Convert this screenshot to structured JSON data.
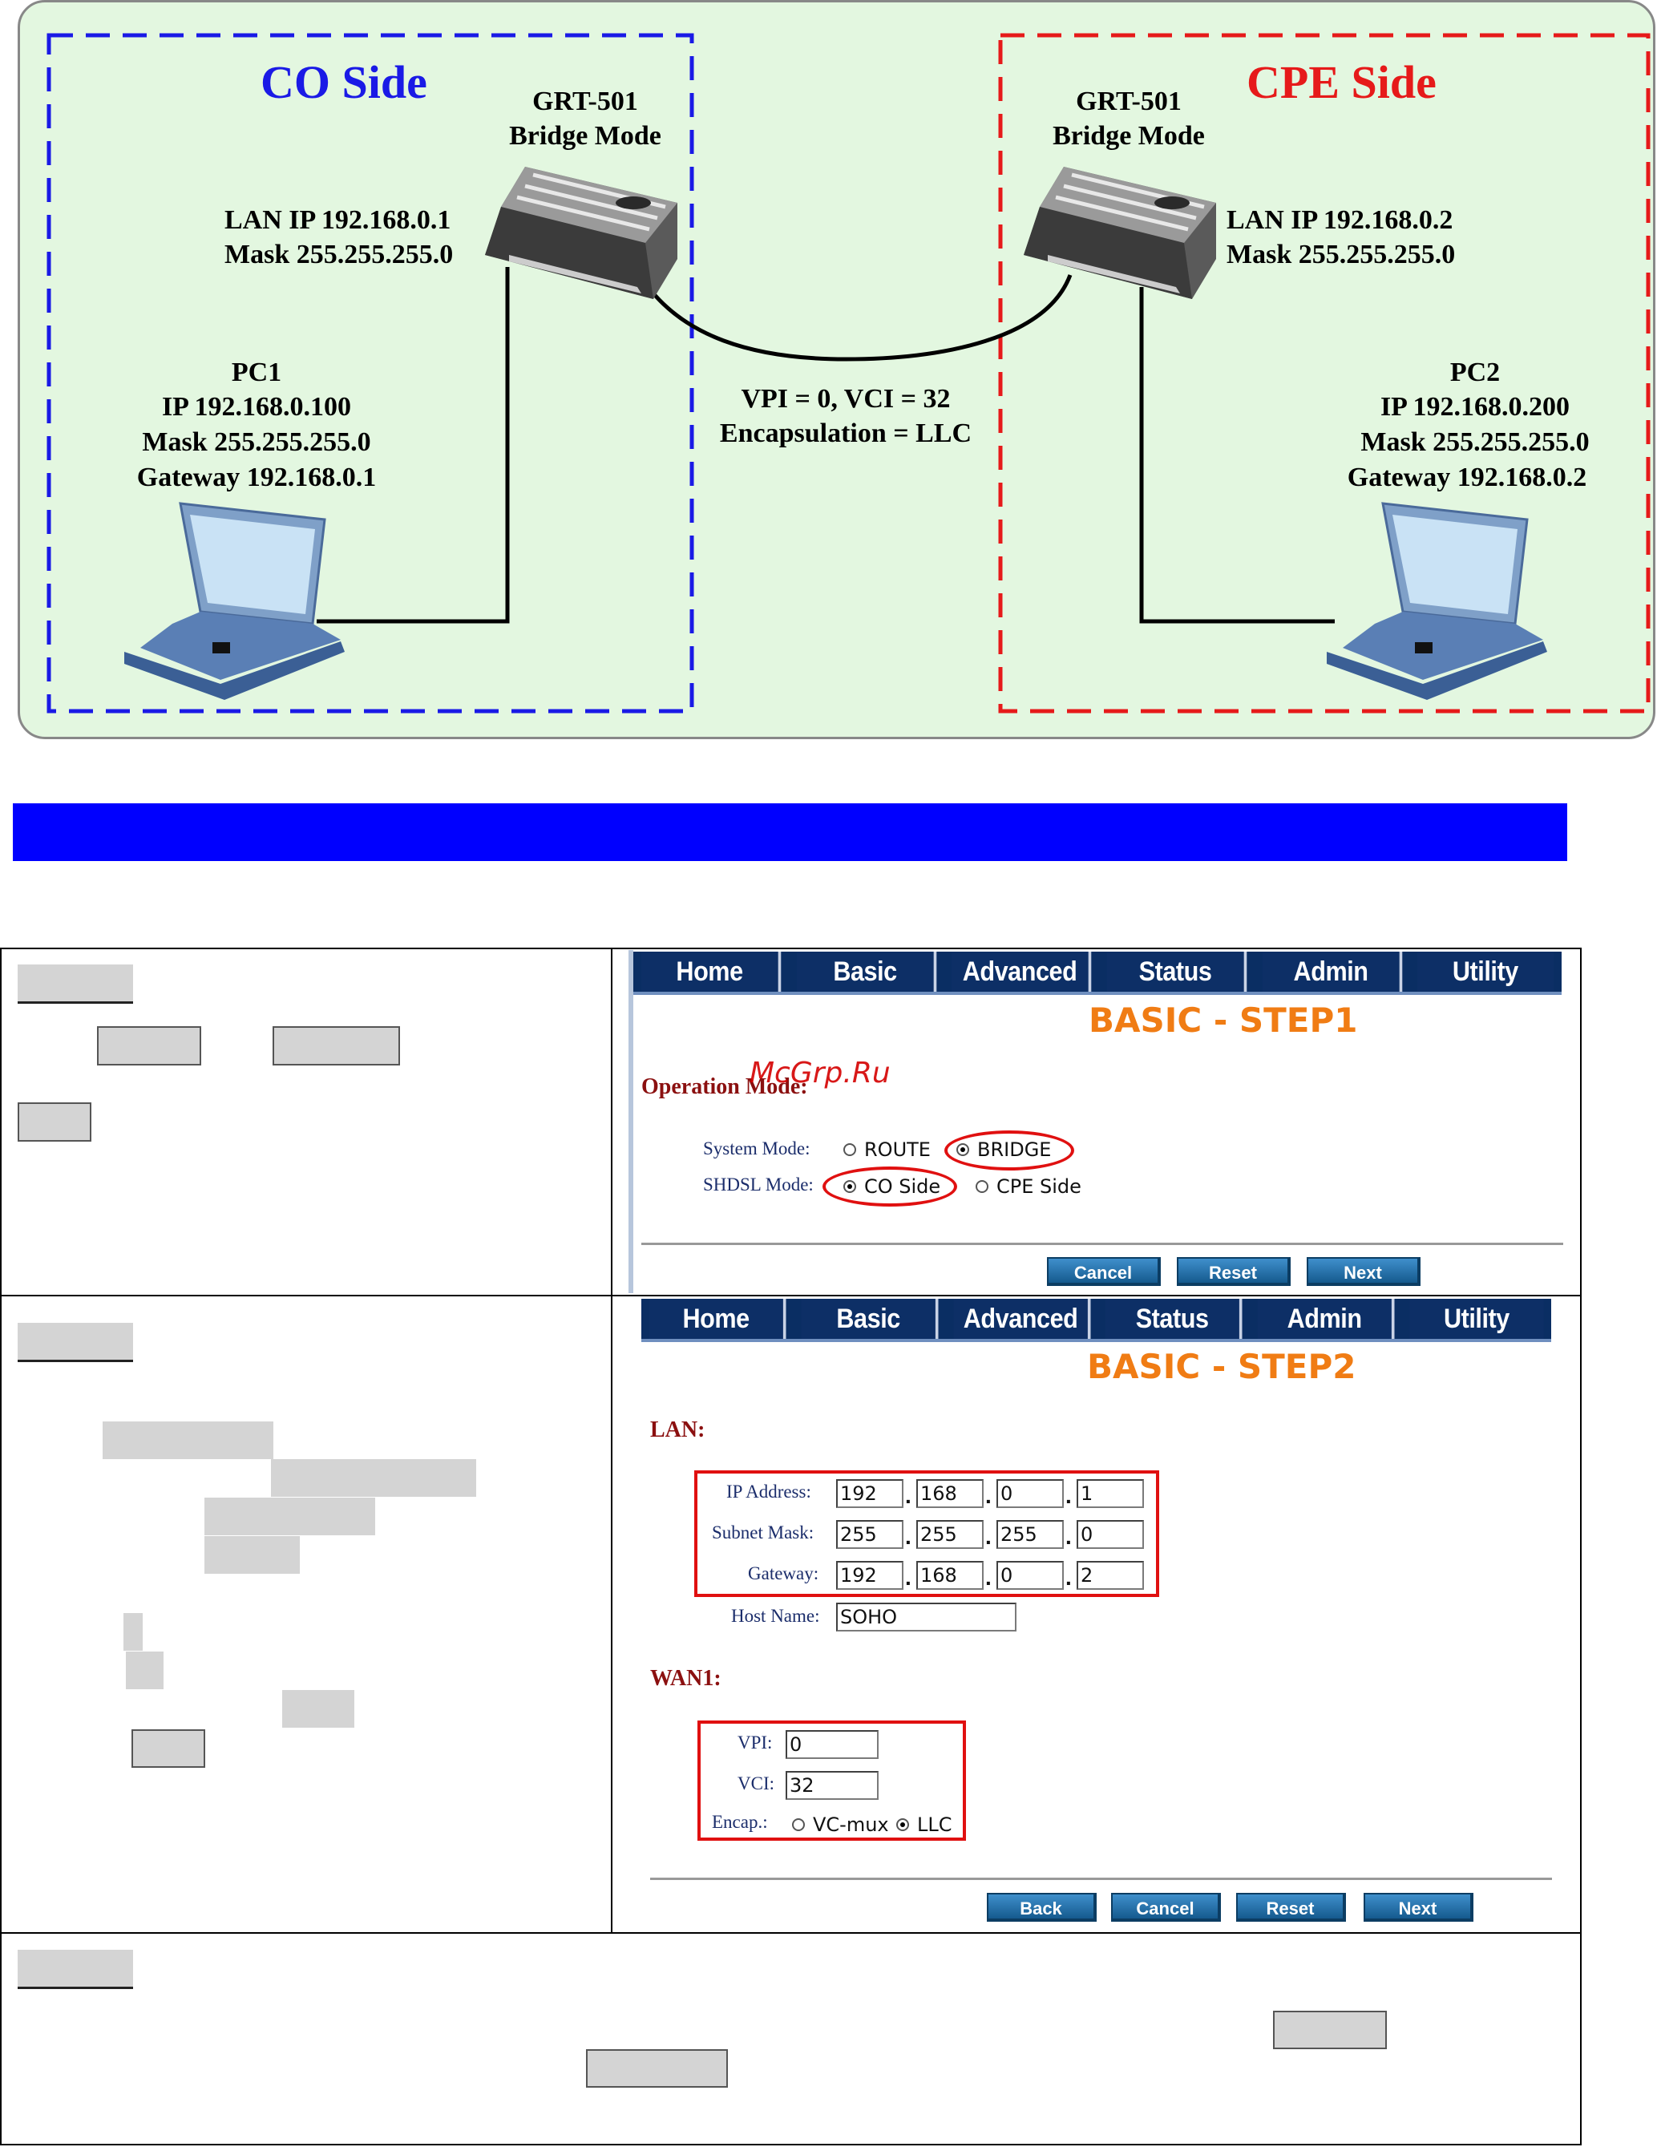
{
  "diagram": {
    "co_side": {
      "title": "CO Side",
      "router_name": "GRT-501",
      "router_mode": "Bridge Mode",
      "lan_ip": "LAN IP 192.168.0.1",
      "lan_mask": "Mask 255.255.255.0",
      "pc_name": "PC1",
      "pc_ip": "IP 192.168.0.100",
      "pc_mask": "Mask 255.255.255.0",
      "pc_gateway": "Gateway 192.168.0.1"
    },
    "cpe_side": {
      "title": "CPE Side",
      "router_name": "GRT-501",
      "router_mode": "Bridge Mode",
      "lan_ip": "LAN IP 192.168.0.2",
      "lan_mask": "Mask 255.255.255.0",
      "pc_name": "PC2",
      "pc_ip": "IP 192.168.0.200",
      "pc_mask": "Mask 255.255.255.0",
      "pc_gateway": "Gateway 192.168.0.2"
    },
    "link": {
      "vpi_vci": "VPI = 0, VCI = 32",
      "encapsulation": "Encapsulation = LLC"
    }
  },
  "nav_tabs": [
    "Home",
    "Basic",
    "Advanced",
    "Status",
    "Admin",
    "Utility"
  ],
  "watermark": "McGrp.Ru",
  "step1": {
    "title": "BASIC - STEP1",
    "section": "Operation Mode:",
    "system_mode_label": "System Mode:",
    "system_mode_options": [
      "ROUTE",
      "BRIDGE"
    ],
    "shdsl_mode_label": "SHDSL Mode:",
    "shdsl_mode_options": [
      "CO Side",
      "CPE Side"
    ],
    "buttons": [
      "Cancel",
      "Reset",
      "Next"
    ]
  },
  "step2": {
    "title": "BASIC - STEP2",
    "lan_section": "LAN:",
    "ip_label": "IP Address:",
    "ip": [
      "192",
      "168",
      "0",
      "1"
    ],
    "mask_label": "Subnet Mask:",
    "mask": [
      "255",
      "255",
      "255",
      "0"
    ],
    "gateway_label": "Gateway:",
    "gateway": [
      "192",
      "168",
      "0",
      "2"
    ],
    "host_label": "Host Name:",
    "host": "SOHO",
    "wan_section": "WAN1:",
    "vpi_label": "VPI:",
    "vpi": "0",
    "vci_label": "VCI:",
    "vci": "32",
    "encap_label": "Encap.:",
    "encap_options": [
      "VC-mux",
      "LLC"
    ],
    "buttons": [
      "Back",
      "Cancel",
      "Reset",
      "Next"
    ]
  },
  "colors": {
    "co_border": "#1a1ae6",
    "cpe_border": "#e61a1a",
    "diagram_bg": "#e3f7e0",
    "title_orange": "#f07c14",
    "nav_bg": "#0d2f66",
    "highlight_red": "#e01010"
  }
}
